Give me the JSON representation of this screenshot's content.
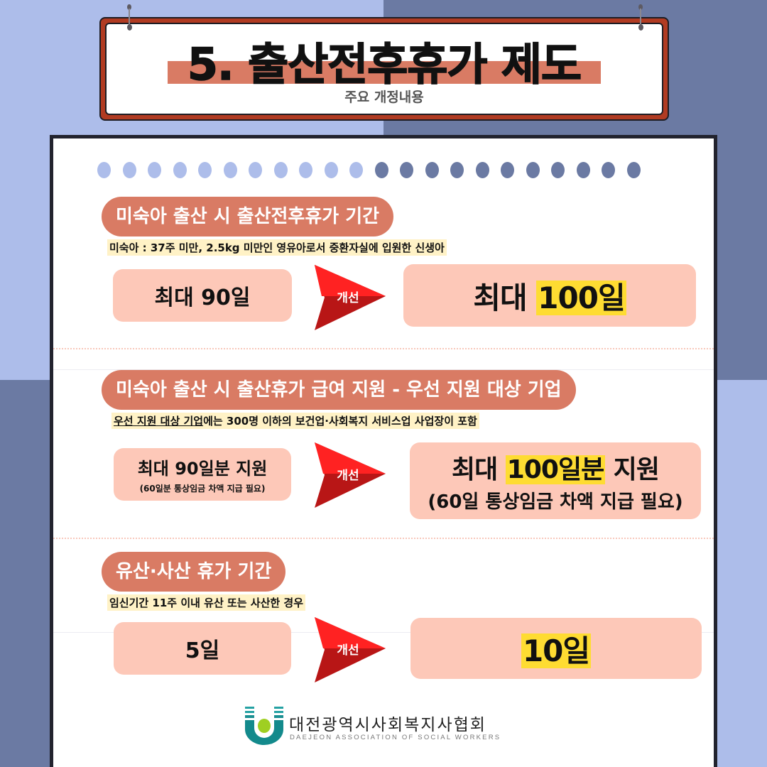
{
  "header": {
    "title": "5. 출산전후휴가 제도",
    "subtitle": "주요 개정내용"
  },
  "colors": {
    "bg_light": "#adbdea",
    "bg_dark": "#6b7aa3",
    "sign_frame": "#b13b22",
    "pill": "#d97b64",
    "box": "#fdc8b8",
    "highlight": "#fedc32",
    "note_bg": "#fff2c6",
    "arrow_top": "#ff2222",
    "arrow_bottom": "#b81616"
  },
  "progress_dots": {
    "light_count": 11,
    "dark_count": 11
  },
  "sections": [
    {
      "heading": "미숙아 출산 시 출산전후휴가 기간",
      "note": "미숙아 : 37주 미만, 2.5kg 미만인 영유아로서 중환자실에 입원한 신생아",
      "before": "최대 90일",
      "arrow_label": "개선",
      "after_prefix": "최대 ",
      "after_highlight": "100일",
      "after_suffix": ""
    },
    {
      "heading": "미숙아 출산 시 출산휴가 급여 지원 - 우선 지원 대상 기업",
      "note_underlined": "우선 지원 대상 기업",
      "note_rest": "에는 300명 이하의 보건업·사회복지 서비스업 사업장이 포함",
      "before": "최대 90일분 지원",
      "before_sub": "(60일분 통상임금 차액 지급 필요)",
      "arrow_label": "개선",
      "after_prefix": "최대 ",
      "after_highlight": "100일분",
      "after_suffix": " 지원",
      "after_sub": "(60일 통상임금 차액 지급 필요)"
    },
    {
      "heading": "유산·사산 휴가 기간",
      "note": "임신기간 11주 이내 유산 또는 사산한 경우",
      "before": "5일",
      "arrow_label": "개선",
      "after_prefix": "",
      "after_highlight": "10일",
      "after_suffix": ""
    }
  ],
  "footer": {
    "org_name_ko": "대전광역시사회복지사협회",
    "org_name_en": "DAEJEON ASSOCIATION OF SOCIAL WORKERS"
  }
}
